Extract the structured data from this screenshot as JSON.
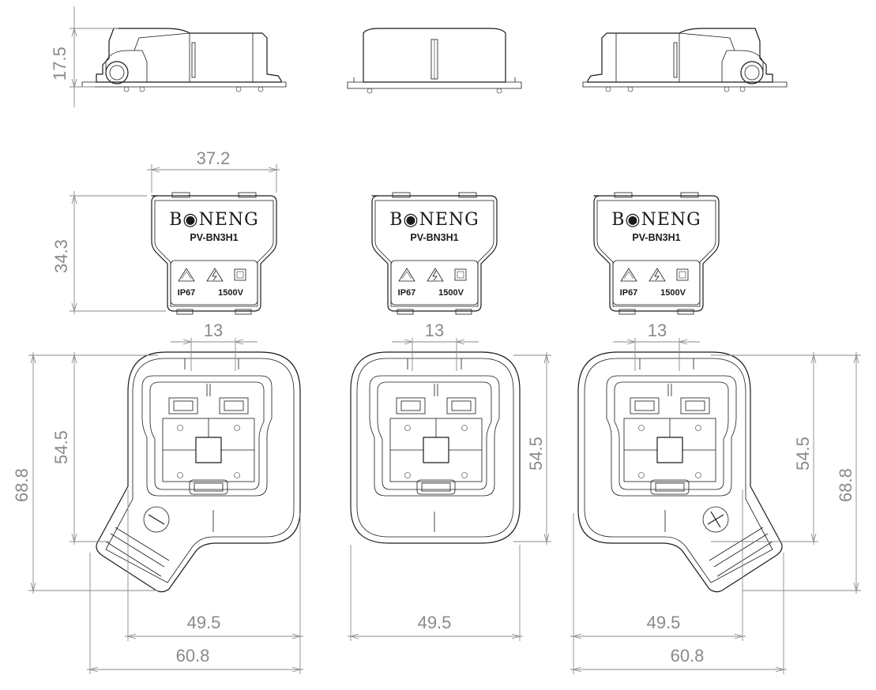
{
  "dimensions": {
    "side_height": "17.5",
    "label_width": "37.2",
    "label_height": "34.3",
    "pitch": "13",
    "inner_height": "54.5",
    "outer_height": "68.8",
    "inner_width": "49.5",
    "outer_width": "60.8"
  },
  "label": {
    "brand": "B◉NENG",
    "model": "PV-BN3H1",
    "rating_ip": "IP67",
    "rating_voltage": "1500V"
  },
  "views": [
    "side-left-variant",
    "side-center-variant",
    "side-right-variant",
    "label-left",
    "label-center",
    "label-right",
    "top-left-minus",
    "top-center",
    "top-right-plus"
  ],
  "colors": {
    "outline": "#1a1a1a",
    "dimension": "#8a8a8a"
  }
}
